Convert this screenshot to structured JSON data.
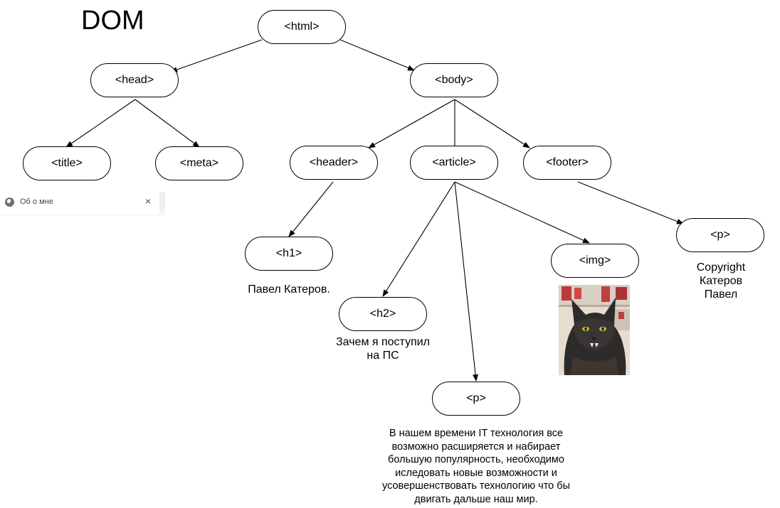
{
  "diagram": {
    "title": "DOM",
    "nodes": {
      "html": "<html>",
      "head": "<head>",
      "body": "<body>",
      "title": "<title>",
      "meta": "<meta>",
      "header": "<header>",
      "article": "<article>",
      "footer": "<footer>",
      "h1": "<h1>",
      "h2": "<h2>",
      "img": "<img>",
      "p_article": "<p>",
      "p_footer": "<p>"
    },
    "captions": {
      "h1": "Павел Катеров.",
      "h2_line1": "Зачем я поступил",
      "h2_line2": "на ПС",
      "footer_line1": "Copyright Катеров",
      "footer_line2": "Павел",
      "p_lines": [
        "В нашем времени IT технология все",
        "возможно расширяется и набирает",
        "большую популярность, необходимо",
        "иследовать новые возможности и",
        "усовершенствовать технологию что бы",
        "двигать дальше наш мир."
      ]
    }
  },
  "browser_tab": {
    "icon": "globe-icon",
    "label": "Об о мне",
    "close_glyph": "×"
  }
}
